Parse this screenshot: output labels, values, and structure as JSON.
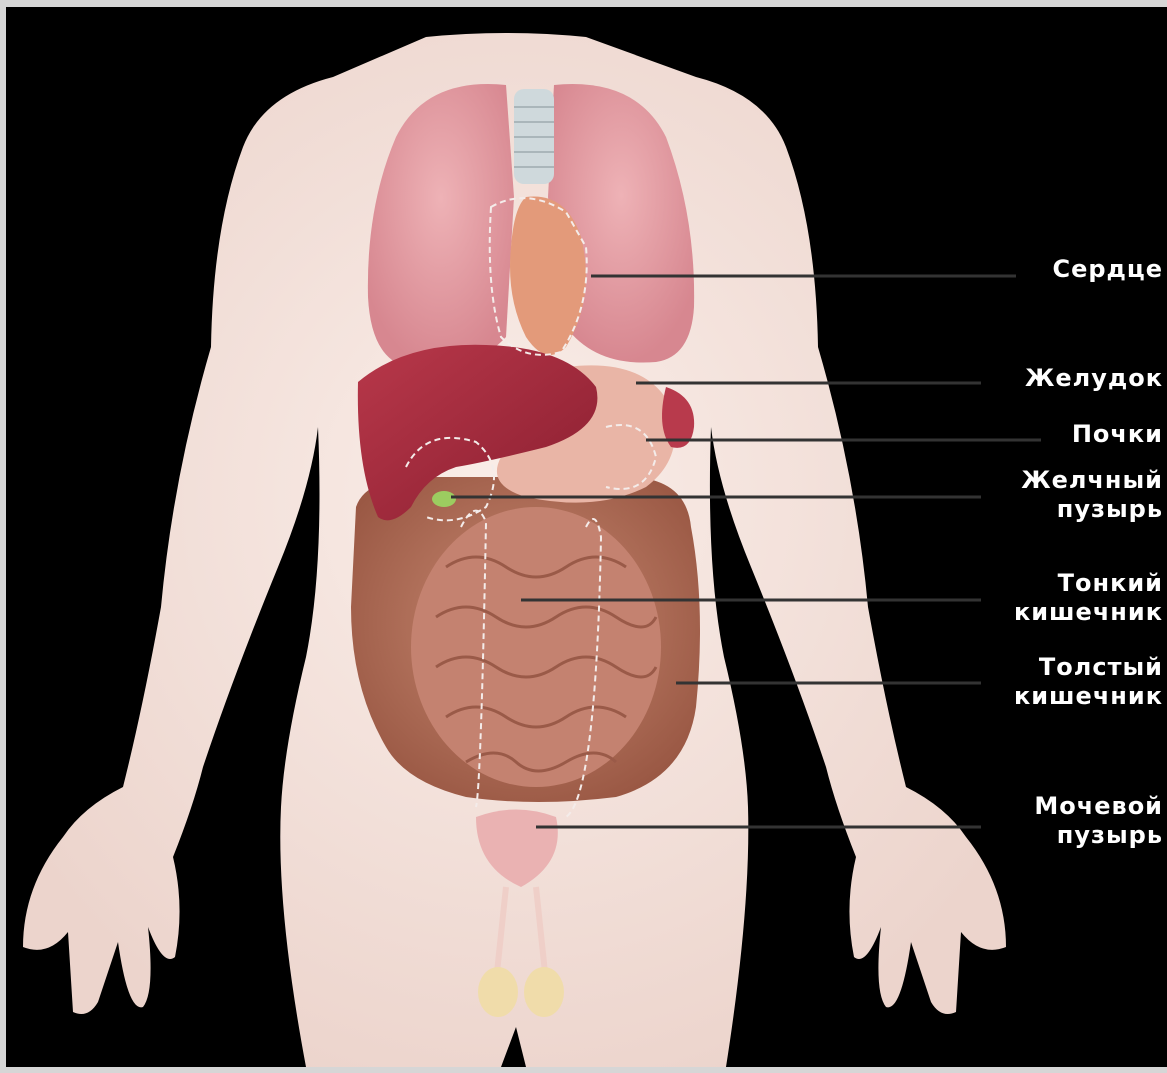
{
  "labels": [
    {
      "id": "heart",
      "lines": [
        "Сердце"
      ]
    },
    {
      "id": "stomach",
      "lines": [
        "Желудок"
      ]
    },
    {
      "id": "kidneys",
      "lines": [
        "Почки"
      ]
    },
    {
      "id": "gallbladder",
      "lines": [
        "Желчный",
        "пузырь"
      ]
    },
    {
      "id": "small-intestine",
      "lines": [
        "Тонкий",
        "кишечник"
      ]
    },
    {
      "id": "large-intestine",
      "lines": [
        "Толстый",
        "кишечник"
      ]
    },
    {
      "id": "bladder",
      "lines": [
        "Мочевой",
        "пузырь"
      ]
    }
  ],
  "colors": {
    "background": "#000000",
    "outer_frame": "#d6d6d6",
    "skin": "#f3dfd8",
    "lungs": "#e39aa1",
    "heart": "#e39a7a",
    "liver": "#a3283a",
    "stomach": "#e9b5a6",
    "intestine": "#b8725e",
    "bladder": "#eab2b2",
    "leader_line": "#333333",
    "label_text": "#ffffff"
  }
}
